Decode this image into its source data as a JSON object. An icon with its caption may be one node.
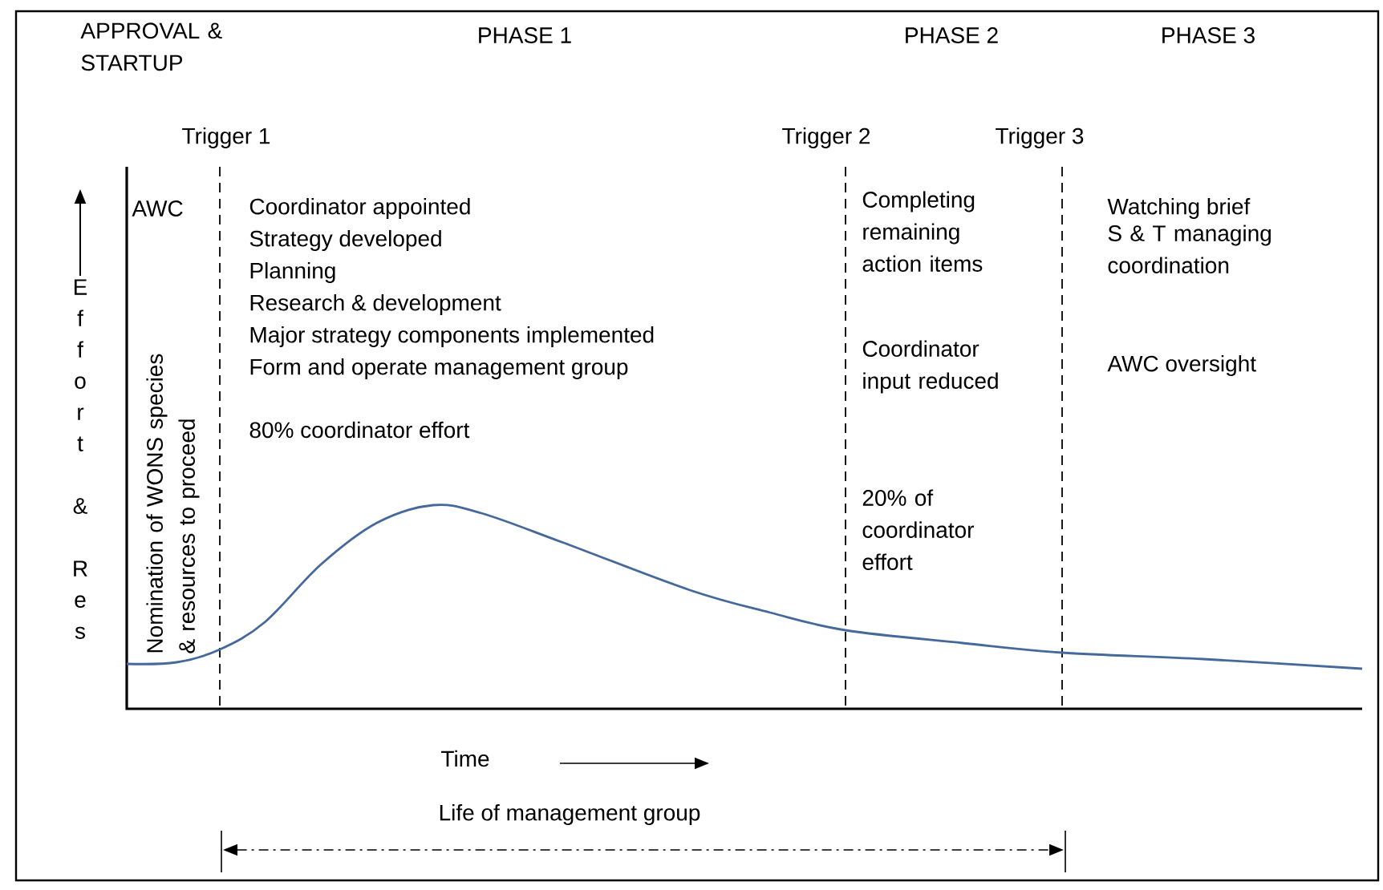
{
  "diagram": {
    "labels": [
      "APPROVAL & STARTUP",
      "PHASE 1",
      "PHASE 2",
      "PHASE 3",
      "Trigger 1",
      "Trigger 2",
      "Trigger 3",
      "AWC",
      "Coordinator appointed",
      "Strategy developed",
      "Planning",
      "Research & development",
      "Major strategy components implemented",
      "Form and operate management group",
      "80% coordinator effort",
      "Completing remaining action items",
      "Coordinator input reduced",
      "20% of coordinator effort",
      "Watching brief",
      "S & T managing coordination",
      "AWC oversight",
      "Effort & Res",
      "Nomination of WONS species & resources to proceed",
      "Time",
      "Life of management group"
    ]
  }
}
